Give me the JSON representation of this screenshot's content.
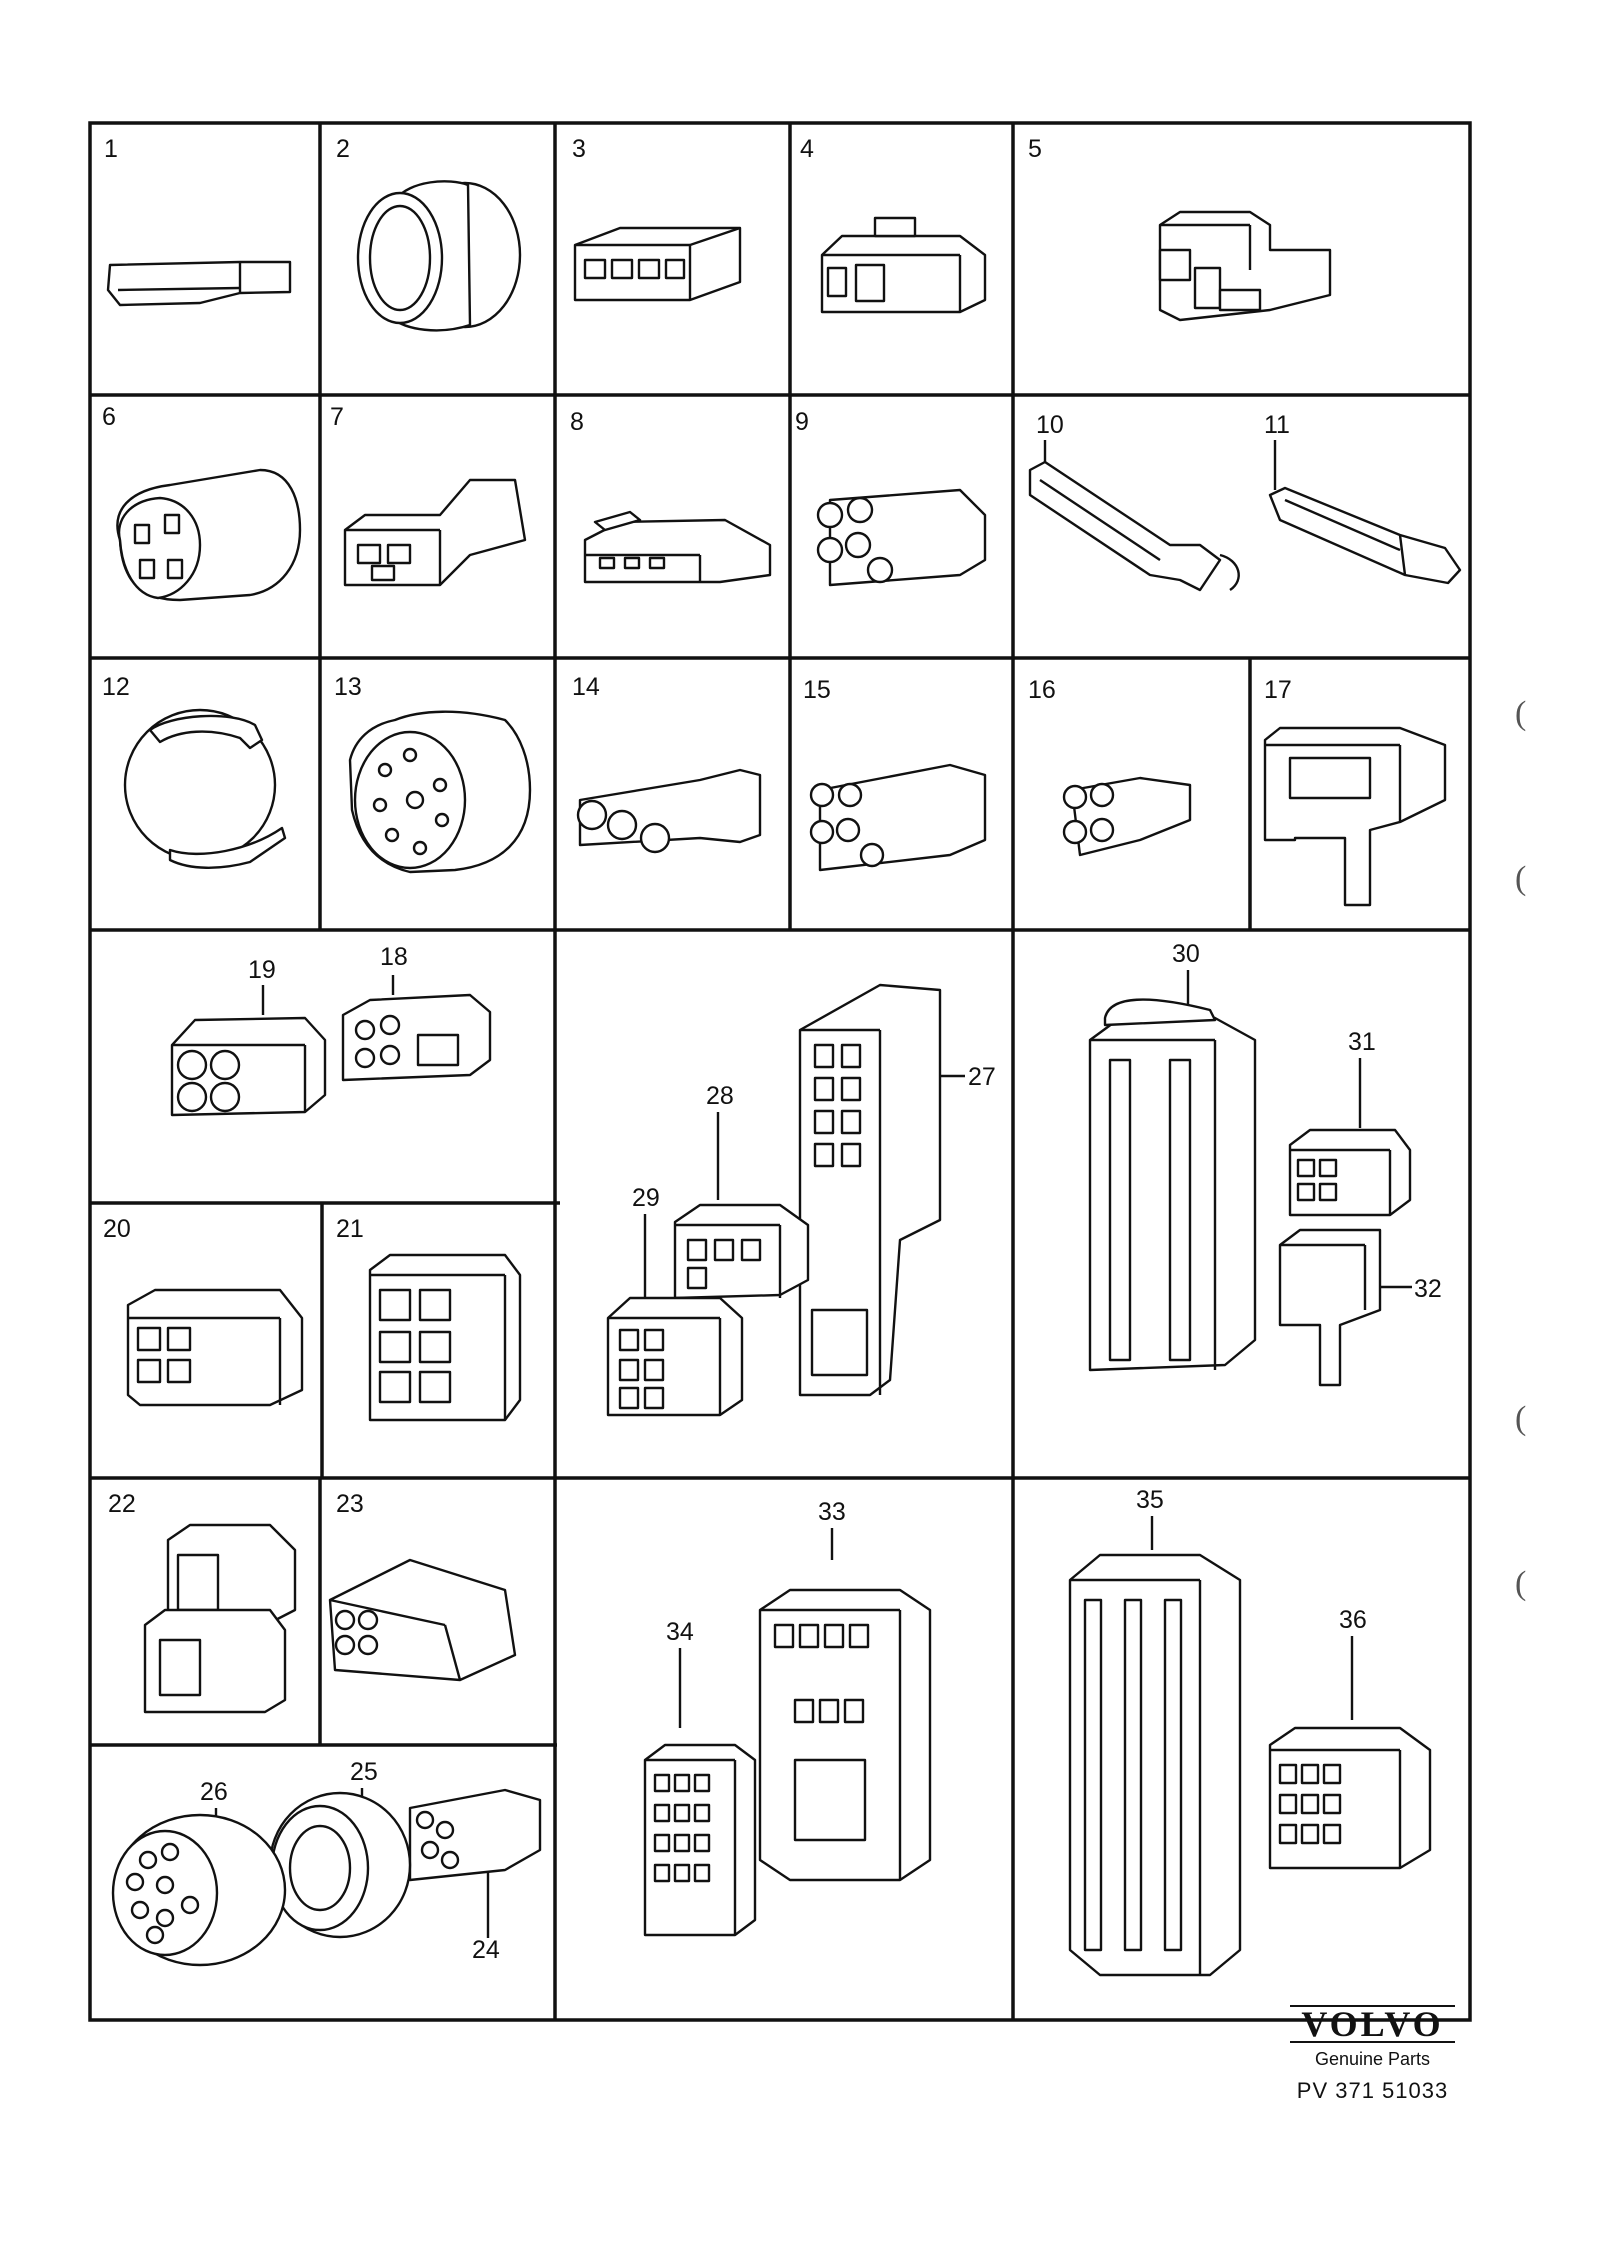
{
  "labels": [
    "1",
    "2",
    "3",
    "4",
    "5",
    "6",
    "7",
    "8",
    "9",
    "10",
    "11",
    "12",
    "13",
    "14",
    "15",
    "16",
    "17",
    "18",
    "19",
    "20",
    "21",
    "22",
    "23",
    "24",
    "25",
    "26",
    "27",
    "28",
    "29",
    "30",
    "31",
    "32",
    "33",
    "34",
    "35",
    "36"
  ],
  "footer": {
    "brand": "VOLVO",
    "tagline": "Genuine Parts",
    "code": "PV 371 51033"
  }
}
